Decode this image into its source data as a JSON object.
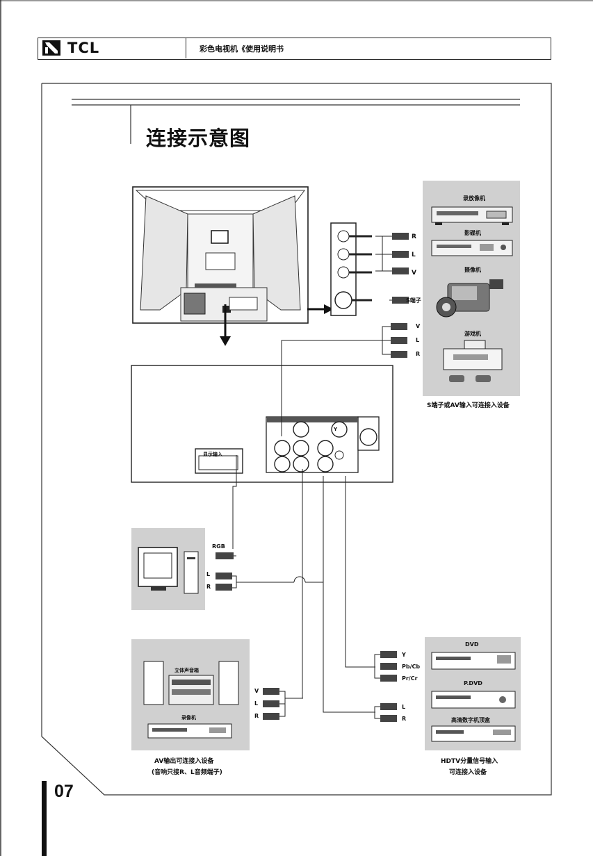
{
  "header": {
    "brand": "TCL",
    "title": "彩色电视机《使用说明书"
  },
  "section": {
    "title": "连接示意图"
  },
  "page_number": "07",
  "av_input_devices": {
    "items": [
      "录放像机",
      "影碟机",
      "摄像机",
      "游戏机"
    ],
    "caption": "S端子或AV输入可连接入设备"
  },
  "side_jack_labels": {
    "r": "R",
    "l": "L",
    "v": "V",
    "s": "S端子"
  },
  "rear_av_labels": {
    "v": "V",
    "l": "L",
    "r": "R"
  },
  "rear_panel": {
    "vga_label": "显示输入",
    "y_label": "Y"
  },
  "pc": {
    "rgb_label": "RGB",
    "l_label": "L",
    "r_label": "R"
  },
  "av_output_devices": {
    "stereo_label": "立体声音箱",
    "recorder_label": "录像机",
    "v": "V",
    "l": "L",
    "r": "R",
    "caption_line1": "AV输出可连接入设备",
    "caption_line2": "(音响只接R、L音频端子)"
  },
  "hdtv_devices": {
    "dvd_label": "DVD",
    "pdvd_label": "P.DVD",
    "hd_label": "高清数字机顶盒",
    "y": "Y",
    "pb": "Pb/Cb",
    "pr": "Pr/Cr",
    "l": "L",
    "r": "R",
    "caption_line1": "HDTV分量信号输入",
    "caption_line2": "可连接入设备"
  }
}
